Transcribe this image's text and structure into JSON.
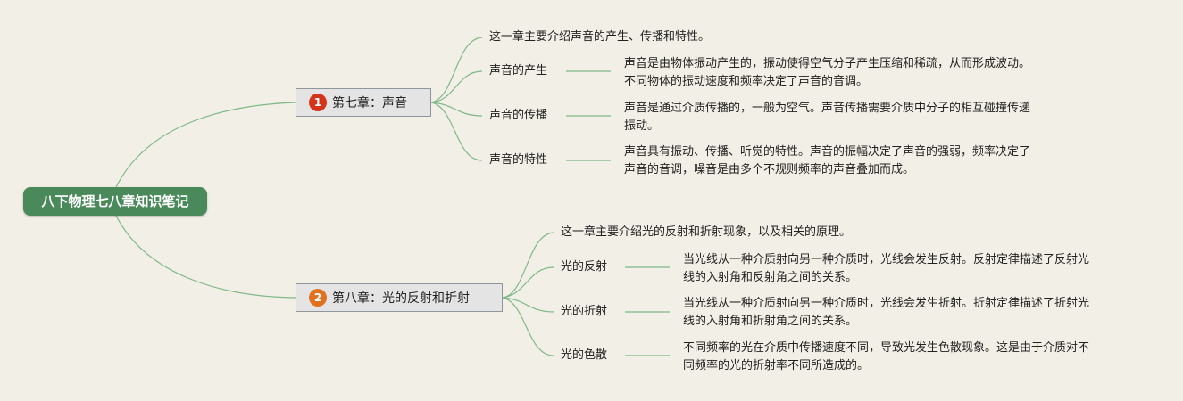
{
  "root": {
    "label": "八下物理七八章知识笔记"
  },
  "chapters": [
    {
      "number": "1",
      "title": "第七章：声音",
      "intro": "这一章主要介绍声音的产生、传播和特性。",
      "topics": [
        {
          "name": "声音的产生",
          "detail_lines": [
            "声音是由物体振动产生的，振动使得空气分子产生压缩和稀疏，从而形成波动。",
            "不同物体的振动速度和频率决定了声音的音调。"
          ]
        },
        {
          "name": "声音的传播",
          "detail_lines": [
            "声音是通过介质传播的，一般为空气。声音传播需要介质中分子的相互碰撞传递",
            "振动。"
          ]
        },
        {
          "name": "声音的特性",
          "detail_lines": [
            "声音具有振动、传播、听觉的特性。声音的振幅决定了声音的强弱，频率决定了",
            "声音的音调，噪音是由多个不规则频率的声音叠加而成。"
          ]
        }
      ]
    },
    {
      "number": "2",
      "title": "第八章：光的反射和折射",
      "intro": "这一章主要介绍光的反射和折射现象，以及相关的原理。",
      "topics": [
        {
          "name": "光的反射",
          "detail_lines": [
            "当光线从一种介质射向另一种介质时，光线会发生反射。反射定律描述了反射光",
            "线的入射角和反射角之间的关系。"
          ]
        },
        {
          "name": "光的折射",
          "detail_lines": [
            "当光线从一种介质射向另一种介质时，光线会发生折射。折射定律描述了折射光",
            "线的入射角和折射角之间的关系。"
          ]
        },
        {
          "name": "光的色散",
          "detail_lines": [
            "不同频率的光在介质中传播速度不同，导致光发生色散现象。这是由于介质对不",
            "同频率的光的折射率不同所造成的。"
          ]
        }
      ]
    }
  ],
  "colors": {
    "root_fill": "#4a8a5a",
    "connector": "#7fb889",
    "badge_1": "#d6331b",
    "badge_2": "#e2711d",
    "background": "#f2efe6"
  }
}
